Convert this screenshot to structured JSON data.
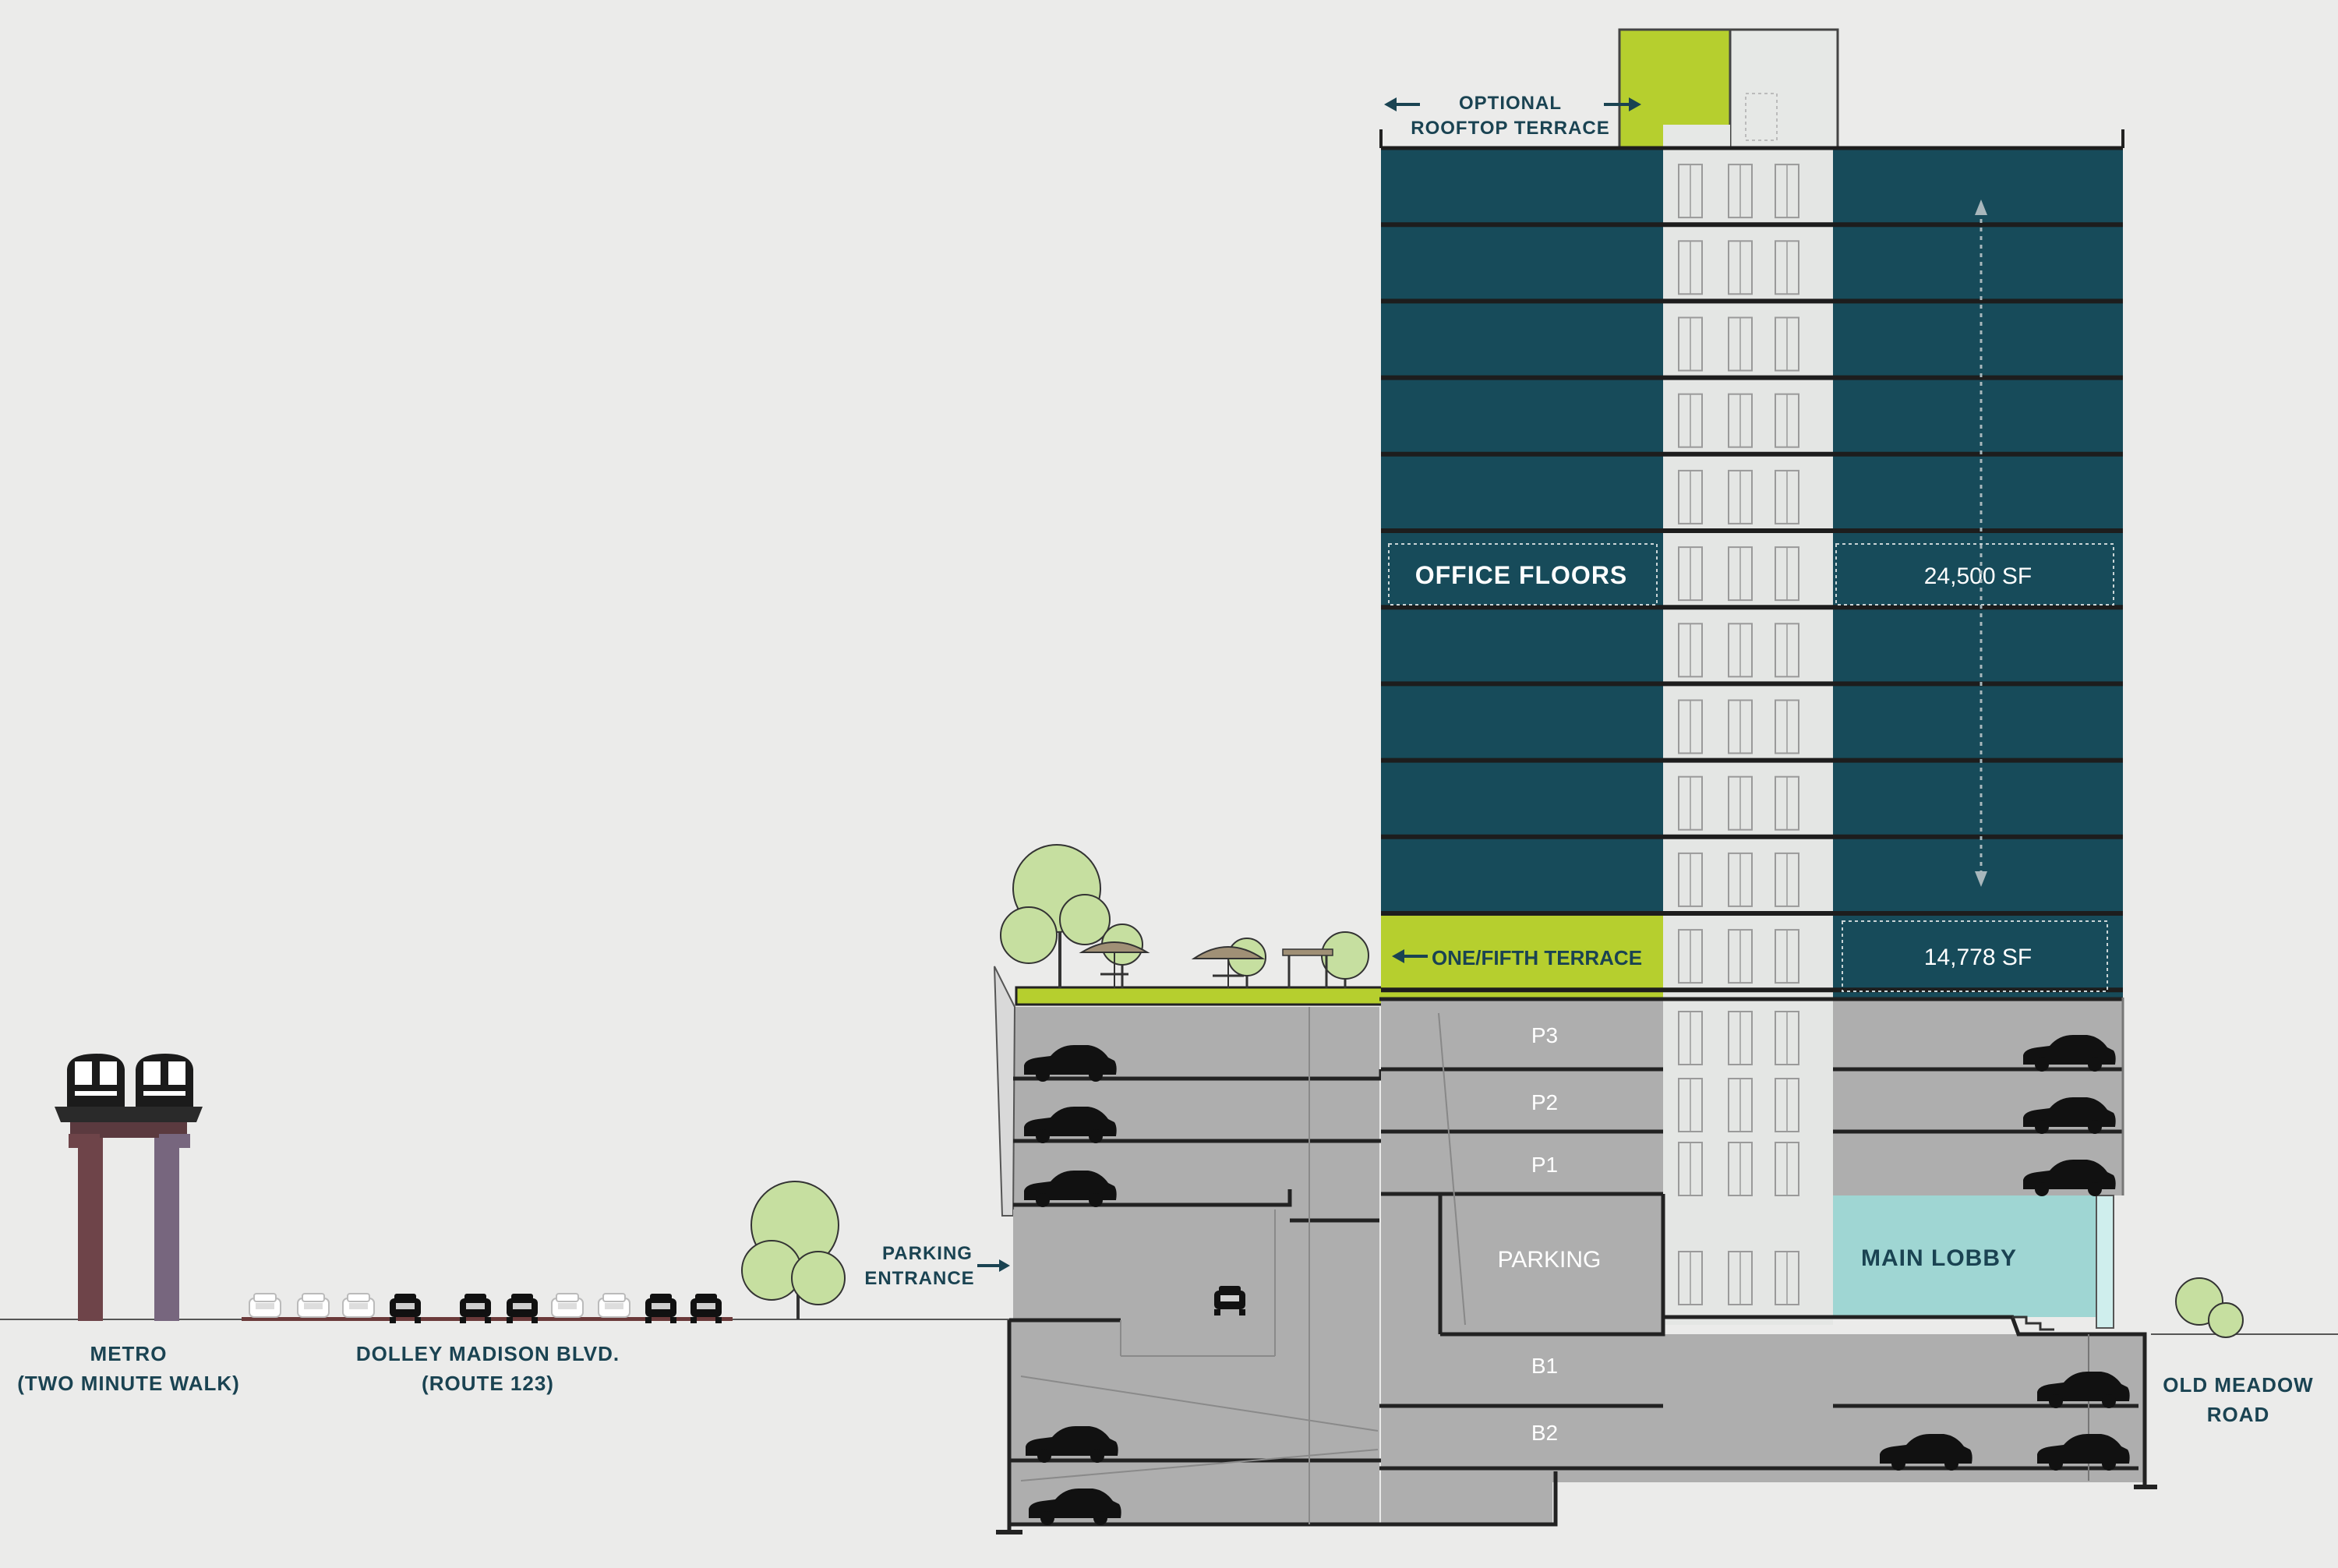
{
  "labels": {
    "rooftop_line1": "OPTIONAL",
    "rooftop_line2": "ROOFTOP TERRACE",
    "office_floors": "OFFICE FLOORS",
    "office_sf": "24,500 SF",
    "terrace": "ONE/FIFTH TERRACE",
    "terrace_sf": "14,778 SF",
    "p3": "P3",
    "p2": "P2",
    "p1": "P1",
    "parking": "PARKING",
    "main_lobby": "MAIN LOBBY",
    "b1": "B1",
    "b2": "B2",
    "parking_entrance_line1": "PARKING",
    "parking_entrance_line2": "ENTRANCE",
    "metro_line1": "METRO",
    "metro_line2": "(TWO MINUTE WALK)",
    "blvd_line1": "DOLLEY MADISON BLVD.",
    "blvd_line2": "(ROUTE 123)",
    "road_line1": "OLD MEADOW",
    "road_line2": "ROAD"
  },
  "colors": {
    "background": "#ebebea",
    "office_teal": "#174b5a",
    "lime": "#b6cf2e",
    "parking_gray": "#aeaeae",
    "core_light": "#e4e6e4",
    "lobby_aqua": "#9fd6d3",
    "tree_green": "#c6dfa0",
    "label_text": "#1a4352",
    "line_dark": "#222222"
  },
  "icons": [
    "metro-train-icon",
    "car-icon",
    "tree-icon",
    "umbrella-table-icon",
    "pergola-icon",
    "arrow-left-icon",
    "arrow-right-icon",
    "dimension-arrow-icon"
  ]
}
